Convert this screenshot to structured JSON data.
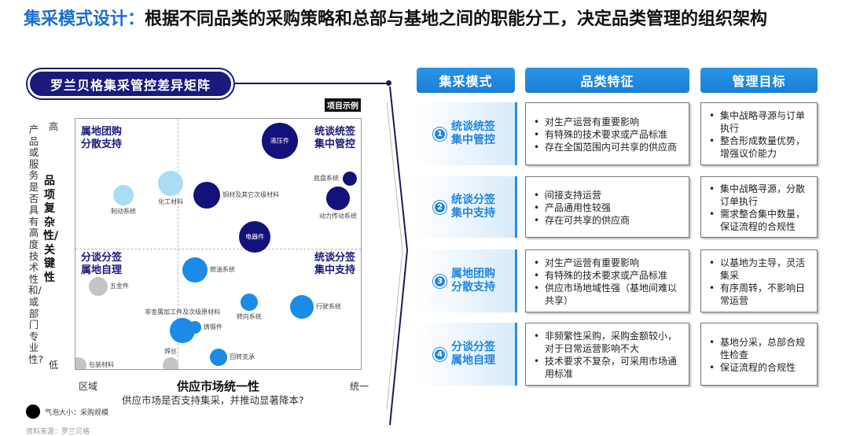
{
  "title": {
    "highlight": "集采模式设计：",
    "rest": "根据不同品类的采购策略和总部与基地之间的职能分工，决定品类管理的组织架构"
  },
  "left": {
    "badge": "罗兰贝格集采管控差异矩阵",
    "example_tag": "项目示例",
    "legend": "气泡大小：采购规模",
    "source": "资料来源：罗兰贝格"
  },
  "colors": {
    "navy": "#12127a",
    "light": "#a9ddf5",
    "blue": "#1a8be6",
    "gray": "#c4c4c4",
    "accent": "#1f86de"
  },
  "chart_data": {
    "type": "scatter",
    "title": "罗兰贝格集采管控差异矩阵",
    "xlabel": "供应市场统一性",
    "xquestion": "供应市场是否支持集采，并推动显著降本?",
    "ylabel": "品项复杂性/关键性",
    "yquestion": "产品或服务是否具有高度技术性和/或部门专业性?",
    "xticks": {
      "low": "区域",
      "high": "统一"
    },
    "yticks": {
      "high": "高",
      "low": "低"
    },
    "xlim": [
      0,
      100
    ],
    "ylim": [
      0,
      100
    ],
    "quadrants": {
      "top_left": [
        "属地团购",
        "分散支持"
      ],
      "top_right": [
        "统谈统签",
        "集中管控"
      ],
      "bottom_left": [
        "分谈分签",
        "属地自理"
      ],
      "bottom_right": [
        "统谈分签",
        "集中支持"
      ]
    },
    "points": [
      {
        "name": "液压件",
        "x": 71.2,
        "y": 91.3,
        "size": 23,
        "group": "navy",
        "label": "in"
      },
      {
        "name": "底盘系统",
        "x": 95.6,
        "y": 76.3,
        "size": 9,
        "group": "navy",
        "label": "left"
      },
      {
        "name": "动力传动系统",
        "x": 91.5,
        "y": 68.4,
        "size": 15,
        "group": "navy",
        "label": "below"
      },
      {
        "name": "铜材及其它次级材料",
        "x": 45.8,
        "y": 69.7,
        "size": 17,
        "group": "navy",
        "label": "right"
      },
      {
        "name": "电器件",
        "x": 62.5,
        "y": 53.1,
        "size": 20,
        "group": "navy",
        "label": "in"
      },
      {
        "name": "化工材料",
        "x": 33.2,
        "y": 74.4,
        "size": 16,
        "group": "light",
        "label": "below"
      },
      {
        "name": "制动系统",
        "x": 16.7,
        "y": 69.7,
        "size": 13,
        "group": "light",
        "label": "below"
      },
      {
        "name": "燃油系统",
        "x": 41.6,
        "y": 40.0,
        "size": 16,
        "group": "blue",
        "label": "right"
      },
      {
        "name": "转向系统",
        "x": 60.5,
        "y": 27.2,
        "size": 11,
        "group": "blue",
        "label": "below"
      },
      {
        "name": "行驶系统",
        "x": 78.9,
        "y": 25.3,
        "size": 15,
        "group": "blue",
        "label": "right"
      },
      {
        "name": "非金属加工件及次级原材料",
        "x": 37.3,
        "y": 15.9,
        "size": 16,
        "group": "blue",
        "label": "above"
      },
      {
        "name": "铸锻件",
        "x": 41.6,
        "y": 17.2,
        "size": 8,
        "group": "blue",
        "label": "right"
      },
      {
        "name": "回转支承",
        "x": 49.9,
        "y": 5.3,
        "size": 11,
        "group": "blue",
        "label": "right"
      },
      {
        "name": "五金件",
        "x": 7.9,
        "y": 33.4,
        "size": 12,
        "group": "gray",
        "label": "right"
      },
      {
        "name": "焊丝",
        "x": 33.2,
        "y": 2.2,
        "size": 10,
        "group": "gray",
        "label": "above"
      },
      {
        "name": "包装材料",
        "x": 1.1,
        "y": 2.2,
        "size": 10,
        "group": "gray",
        "label": "right"
      }
    ]
  },
  "table": {
    "headers": [
      "集采模式",
      "品类特征",
      "管理目标"
    ],
    "rows": [
      {
        "num": "1",
        "mode": "统谈统签集中管控",
        "features": [
          "对生产运营有重要影响",
          "有特殊的技术要求或产品标准",
          "存在全国范围内可共享的供应商"
        ],
        "goals": [
          "集中战略寻源与订单执行",
          "整合形成数量优势，增强议价能力"
        ]
      },
      {
        "num": "2",
        "mode": "统谈分签集中支持",
        "features": [
          "间接支持运营",
          "产品通用性较强",
          "存在可共享的供应商"
        ],
        "goals": [
          "集中战略寻源，分散订单执行",
          "需求整合集中数量，保证流程的合规性"
        ]
      },
      {
        "num": "3",
        "mode": "属地团购分散支持",
        "features": [
          "对生产运营有重要影响",
          "有特殊的技术要求或产品标准",
          "供应市场地域性强（基地间难以共享）"
        ],
        "goals": [
          "以基地为主导，灵活集采",
          "有序周转，不影响日常运营"
        ]
      },
      {
        "num": "4",
        "mode": "分谈分签属地自理",
        "features": [
          "非频繁性采购，采购金额较小，对于日常运营影响不大",
          "技术要求不复杂，可采用市场通用标准"
        ],
        "goals": [
          "基地分采，总部合规性检查",
          "保证流程的合规性"
        ]
      }
    ]
  }
}
